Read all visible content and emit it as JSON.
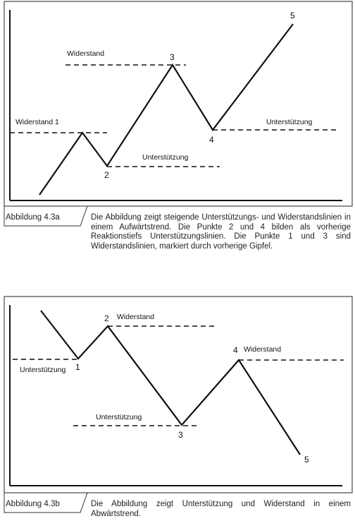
{
  "figure_a": {
    "labels": {
      "widerstand": "Widerstand",
      "widerstand_1": "Widerstand 1",
      "unterstuetzung_1": "Unterstützung",
      "unterstuetzung_2": "Unterstützung"
    },
    "points": [
      "2",
      "3",
      "4",
      "5"
    ],
    "caption_label": "Abbildung 4.3a",
    "caption_text": "Die Abbildung zeigt steigende Unterstützungs- und Widerstands­linien in einem Aufwärtstrend. Die Punkte 2 und 4 bilden als vorherige Reaktionstiefs Unterstützungslinien. Die Punkte 1 und 3 sind Widerstandslinien, markiert durch vorherige Gipfel."
  },
  "figure_b": {
    "labels": {
      "unterstuetzung_1": "Unterstützung",
      "widerstand_1": "Widerstand",
      "widerstand_2": "Widerstand",
      "unterstuetzung_2": "Unterstützung"
    },
    "points": [
      "1",
      "2",
      "3",
      "4",
      "5"
    ],
    "caption_label": "Abbildung 4.3b",
    "caption_text": "Die Abbildung zeigt Unterstützung und Widerstand in einem Abwärtstrend."
  }
}
